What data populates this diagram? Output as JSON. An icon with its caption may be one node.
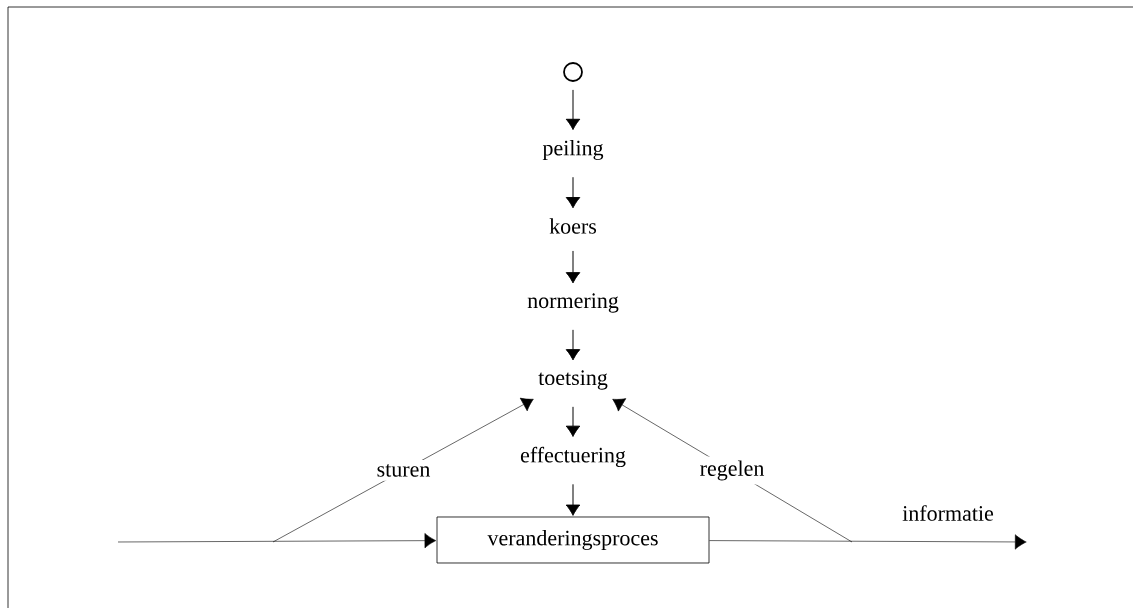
{
  "diagram": {
    "nodes": [
      {
        "text": [],
        "shape": "circle"
      },
      {
        "text": [
          "peiling"
        ]
      },
      {
        "text": [
          "koers"
        ]
      },
      {
        "text": [
          "normering"
        ]
      },
      {
        "text": [
          "toetsing"
        ]
      },
      {
        "text": [
          "effectuering"
        ]
      },
      {
        "text": [
          "veranderingsproces"
        ]
      }
    ],
    "edges": [
      {
        "from": 0,
        "to": 1,
        "arrow": "to"
      },
      {
        "from": 1,
        "to": 2,
        "arrow": "to"
      },
      {
        "from": 2,
        "to": 3,
        "arrow": "to"
      },
      {
        "from": 3,
        "to": 4,
        "arrow": "to"
      },
      {
        "from": 4,
        "to": 5,
        "arrow": "to"
      },
      {
        "from": 5,
        "to": 6,
        "arrow": "to"
      },
      {
        "from": null,
        "to": 6,
        "arrow": "to"
      },
      {
        "from": 6,
        "to": null,
        "arrow": "to",
        "label": "informatie"
      },
      {
        "from": null,
        "to": 4,
        "arrow": "to",
        "label": "sturen"
      },
      {
        "from": null,
        "to": 4,
        "arrow": "to",
        "label": "regelen"
      }
    ]
  }
}
